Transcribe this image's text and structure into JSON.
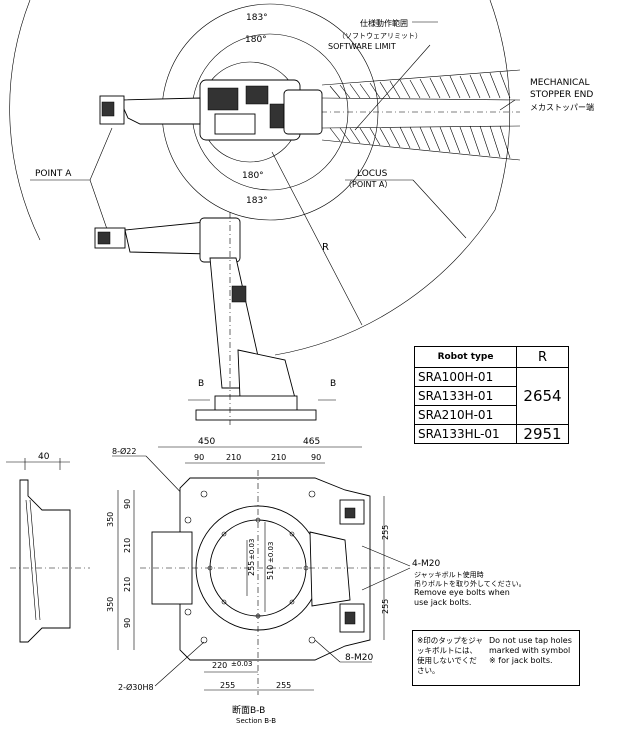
{
  "top_view": {
    "angle_outer_top": "183°",
    "angle_inner_top": "180°",
    "angle_inner_bottom": "180°",
    "angle_outer_bottom": "183°",
    "software_limit_jp": "仕様動作範囲",
    "software_limit_jp_sub": "（ソフトウェアリミット）",
    "software_limit_en": "SOFTWARE LIMIT",
    "mech_stopper_en_1": "MECHANICAL",
    "mech_stopper_en_2": "STOPPER END",
    "mech_stopper_jp": "メカストッパー端",
    "locus_label": "LOCUS",
    "locus_sub": "（POINT A）",
    "point_a": "POINT A",
    "radius_label": "R"
  },
  "side_view": {
    "section_mark_left": "B",
    "section_mark_right": "B"
  },
  "robot_table": {
    "header_type": "Robot type",
    "header_r": "R",
    "rows": [
      {
        "type": "SRA100H-01"
      },
      {
        "type": "SRA133H-01"
      },
      {
        "type": "SRA210H-01"
      },
      {
        "type": "SRA133HL-01"
      }
    ],
    "r_group": "2654",
    "r_hl": "2951"
  },
  "base_view": {
    "dim_40": "40",
    "dim_450": "450",
    "dim_465": "465",
    "dim_90_l": "90",
    "dim_210_l": "210",
    "dim_210_r": "210",
    "dim_90_r": "90",
    "hole_8_d22": "8-Ø22",
    "dim_350_top": "350",
    "dim_90_v_top": "90",
    "dim_210_v_top": "210",
    "dim_210_v_bot": "210",
    "dim_350_bot": "350",
    "dim_90_v_bot": "90",
    "dim_255_center": "255",
    "dim_255_center_tol": "±0.03",
    "dim_510": "510",
    "dim_510_tol": "±0.03",
    "dim_255_right_top": "255",
    "dim_255_right_bot": "255",
    "m20_4": "4-M20",
    "jack_jp_1": "ジャッキボルト使用時",
    "jack_jp_2": "吊りボルトを取り外してください。",
    "jack_en_1": "Remove eye bolts when",
    "jack_en_2": "use jack bolts.",
    "m20_8": "8-M20",
    "dim_220": "220",
    "dim_220_tol": "±0.03",
    "hole_2_d30": "2-Ø30H8",
    "dim_255_bottom_l": "255",
    "dim_255_bottom_r": "255",
    "section_jp": "断面B-B",
    "section_en": "Section B-B"
  },
  "note": {
    "jp": "※印のタップをジャッキボルトには、使用しないでください。",
    "en": "Do not use tap holes marked with symbol ※ for jack bolts."
  }
}
